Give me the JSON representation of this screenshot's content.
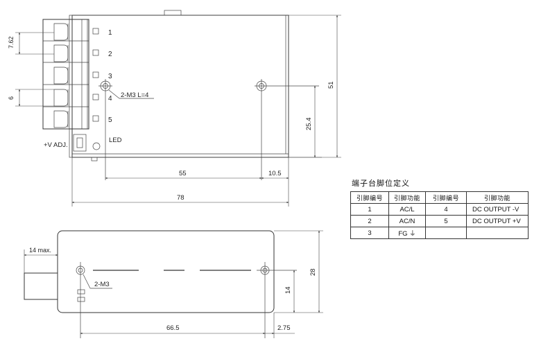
{
  "top_view": {
    "terminal_numbers": [
      "1",
      "2",
      "3",
      "4",
      "5"
    ],
    "pitch_label": "7.62",
    "group_label": "6",
    "mount_label": "2-M3 L=4",
    "led_label": "LED",
    "vadj_label": "+V ADJ.",
    "dims": {
      "d55": "55",
      "d10_5": "10.5",
      "d78": "78",
      "d25_4": "25.4",
      "d51": "51"
    }
  },
  "side_view": {
    "max_label": "14 max.",
    "mount_label": "2-M3",
    "dims": {
      "d66_5": "66.5",
      "d2_75": "2.75",
      "d14": "14",
      "d28": "28"
    }
  },
  "pin_table": {
    "title": "端子台脚位定义",
    "headers": [
      "引脚编号",
      "引脚功能",
      "引脚编号",
      "引脚功能"
    ],
    "rows": [
      [
        "1",
        "AC/L",
        "4",
        "DC OUTPUT -V"
      ],
      [
        "2",
        "AC/N",
        "5",
        "DC OUTPUT +V"
      ],
      [
        "3",
        "FG ⏚",
        "",
        ""
      ]
    ]
  }
}
